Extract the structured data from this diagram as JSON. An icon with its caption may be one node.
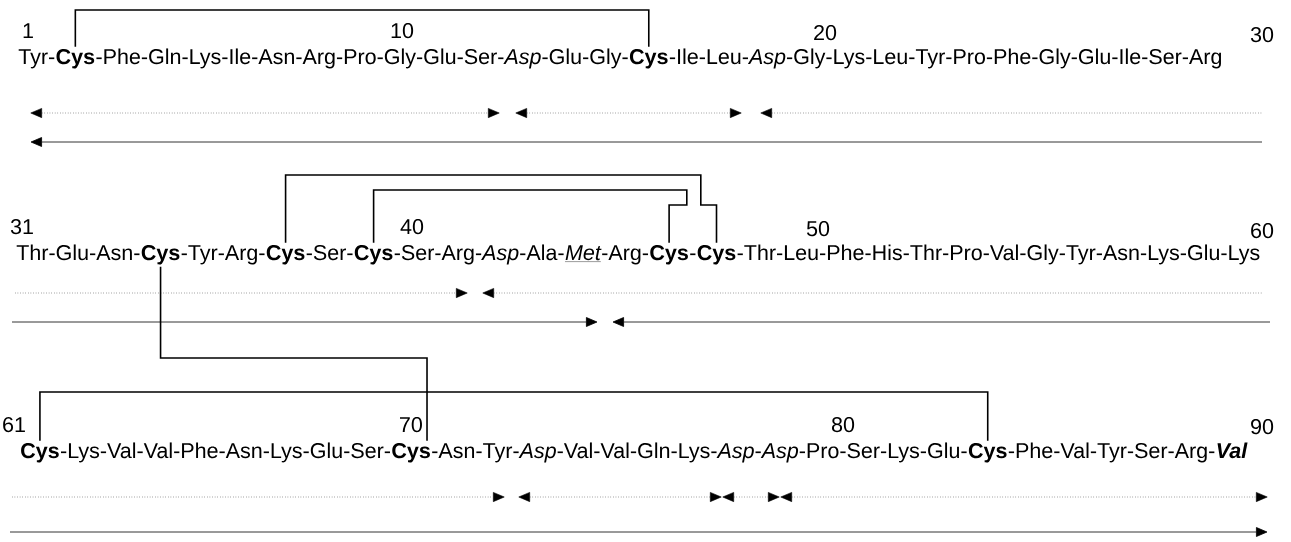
{
  "diagram": {
    "nodes": [
      {
        "text": [
          "Cys"
        ]
      },
      {
        "text": [
          "Cys"
        ]
      },
      {
        "text": [
          "Cys"
        ]
      },
      {
        "text": [
          "Cys"
        ]
      },
      {
        "text": [
          "Cys"
        ]
      },
      {
        "text": [
          "Cys"
        ]
      },
      {
        "text": [
          "Cys"
        ]
      },
      {
        "text": [
          "Cys"
        ]
      },
      {
        "text": [
          "Cys"
        ]
      },
      {
        "text": [
          "Cys"
        ]
      }
    ],
    "edges": [
      {
        "from": 0,
        "to": 1,
        "arrow": "none"
      },
      {
        "from": 3,
        "to": 6,
        "arrow": "none"
      },
      {
        "from": 4,
        "to": 5,
        "arrow": "none"
      },
      {
        "from": 2,
        "to": 8,
        "arrow": "none"
      },
      {
        "from": 7,
        "to": 9,
        "arrow": "none"
      }
    ],
    "labels": [
      "1",
      "10",
      "20",
      "30",
      "Tyr-",
      "-Phe-Gln-Lys-Ile-Asn-Arg-Pro-Gly-Glu-Ser-*Asp*-Glu-Gly-",
      "-Ile-Leu-*Asp*-Gly-Lys-Leu-Tyr-Pro-Phe-Gly-Glu-Ile-Ser-Arg",
      "31",
      "40",
      "50",
      "60",
      "Thr-Glu-Asn-",
      "-Tyr-Arg-",
      "-Ser-",
      "-Ser-Arg-*Asp*-Ala-",
      "Met",
      "-Arg-",
      "-",
      "-Thr-Leu-Phe-His-Thr-Pro-Val-Gly-Tyr-Asn-Lys-Glu-Lys",
      "61",
      "70",
      "80",
      "90",
      "-Lys-Val-Val-Phe-Asn-Lys-Glu-Ser-",
      "-Asn-Tyr-*Asp*-Val-Val-Gln-Lys-*Asp*-*Asp*-Pro-Ser-Lys-Glu-",
      "-Phe-Val-Tyr-Ser-Arg-",
      "Val"
    ]
  }
}
